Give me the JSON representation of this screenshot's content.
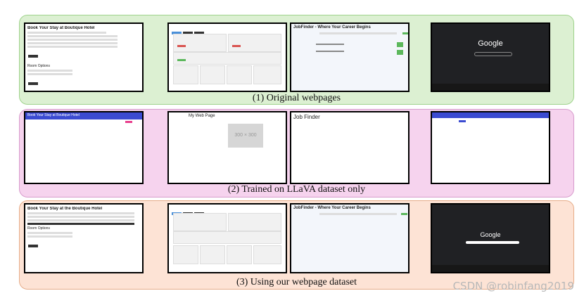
{
  "rows": [
    {
      "caption": "(1) Original webpages"
    },
    {
      "caption": "(2) Trained on LLaVA dataset only"
    },
    {
      "caption": "(3) Using our webpage dataset"
    }
  ],
  "shots": {
    "r1_booking_title": "Book Your Stay at Boutique Hotel",
    "r1_booking_room": "Room Options",
    "r1_jobfinder_title": "JobFinder - Where Your Career Begins",
    "r1_google": "Google",
    "r2_booking_header": "Book Your Stay at Boutique Hotel",
    "r2_mywebpage_title": "My Web Page",
    "r2_placeholder": "300 × 300",
    "r2_jobfinder": "Job Finder",
    "r3_booking_title": "Book Your Stay at the Boutique Hotel",
    "r3_room_options": "Room Options",
    "r3_jobfinder_title": "JobFinder - Where Your Career Begins",
    "r3_google": "Google"
  },
  "watermark": "CSDN @robinfang2019"
}
